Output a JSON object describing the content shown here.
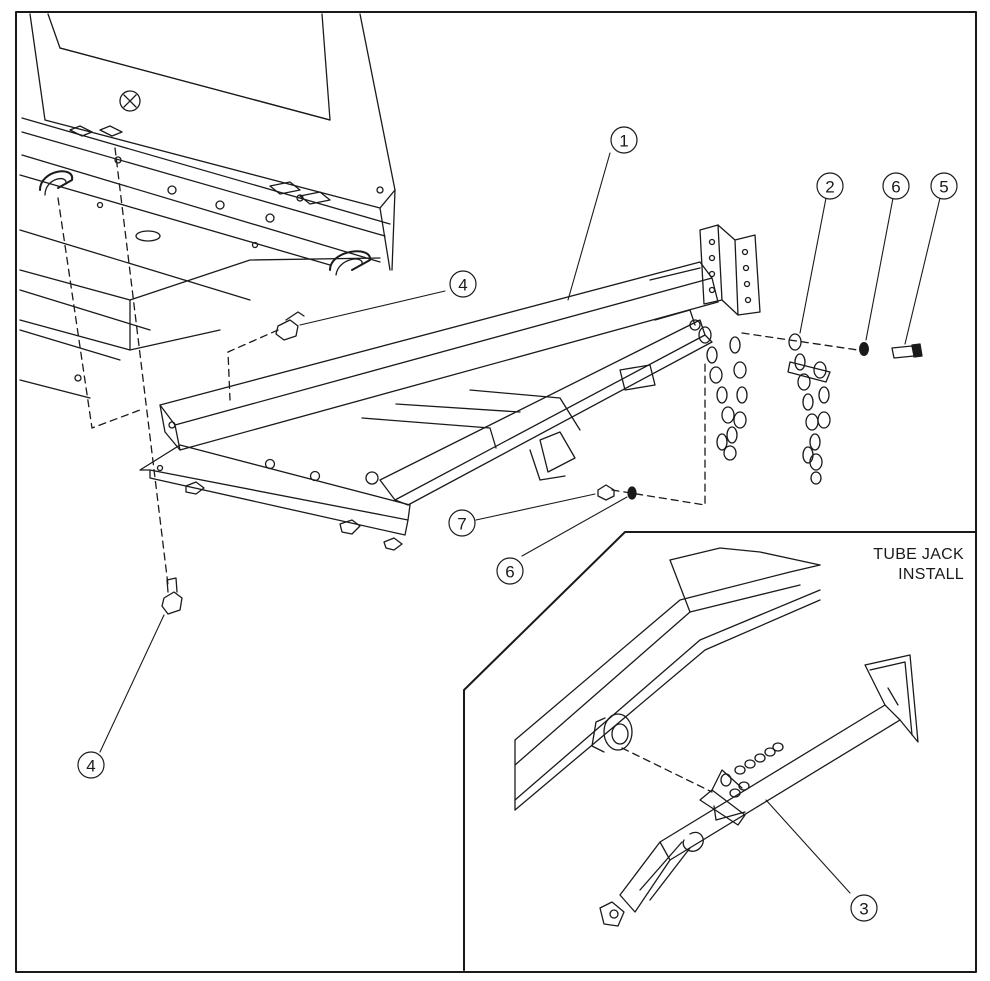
{
  "inset": {
    "title_line1": "TUBE JACK",
    "title_line2": "INSTALL"
  },
  "callouts": [
    {
      "id": "c1",
      "label": "1"
    },
    {
      "id": "c2",
      "label": "2"
    },
    {
      "id": "c6a",
      "label": "6"
    },
    {
      "id": "c5",
      "label": "5"
    },
    {
      "id": "c4a",
      "label": "4"
    },
    {
      "id": "c7",
      "label": "7"
    },
    {
      "id": "c6b",
      "label": "6"
    },
    {
      "id": "c4b",
      "label": "4"
    },
    {
      "id": "c3",
      "label": "3"
    }
  ]
}
